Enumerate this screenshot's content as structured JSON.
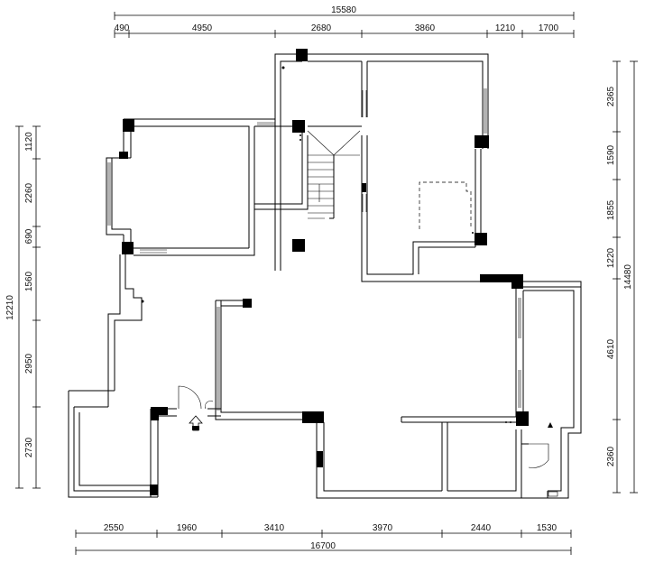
{
  "dimensions": {
    "top_total": "15580",
    "top_segments": [
      "490",
      "4950",
      "2680",
      "3860",
      "1210",
      "1700"
    ],
    "bottom_total": "16700",
    "bottom_segments": [
      "2550",
      "1960",
      "3410",
      "3970",
      "2440",
      "1530"
    ],
    "left_total": "12210",
    "left_segments": [
      "1120",
      "2260",
      "690",
      "1560",
      "2950",
      "2730"
    ],
    "right_total": "14480",
    "right_segments": [
      "2365",
      "1590",
      "1855",
      "1220",
      "4610",
      "2360"
    ]
  }
}
